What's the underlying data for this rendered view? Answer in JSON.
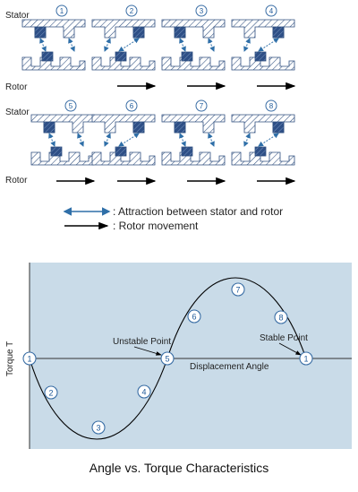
{
  "labels": {
    "stator": "Stator",
    "rotor": "Rotor"
  },
  "steps": [
    "1",
    "2",
    "3",
    "4",
    "5",
    "6",
    "7",
    "8"
  ],
  "legend": {
    "attraction": ": Attraction between stator and rotor",
    "movement": ": Rotor movement"
  },
  "graph": {
    "ylabel": "Torque T",
    "xlabel": "Displacement Angle",
    "unstable_label": "Unstable Point",
    "stable_label": "Stable Point",
    "point_labels": [
      "1",
      "2",
      "3",
      "4",
      "5",
      "6",
      "7",
      "8",
      "1"
    ],
    "caption": "Angle vs. Torque Characteristics"
  },
  "colors": {
    "hatch_line": "#2f4f7f",
    "dark_tooth": "#2e4f86",
    "attraction_arrow": "#2f6fa8",
    "movement_arrow": "#000000",
    "graph_bg": "#c9dbe8",
    "circle_stroke": "#3a6ea5",
    "circle_text": "#1f5a99"
  }
}
